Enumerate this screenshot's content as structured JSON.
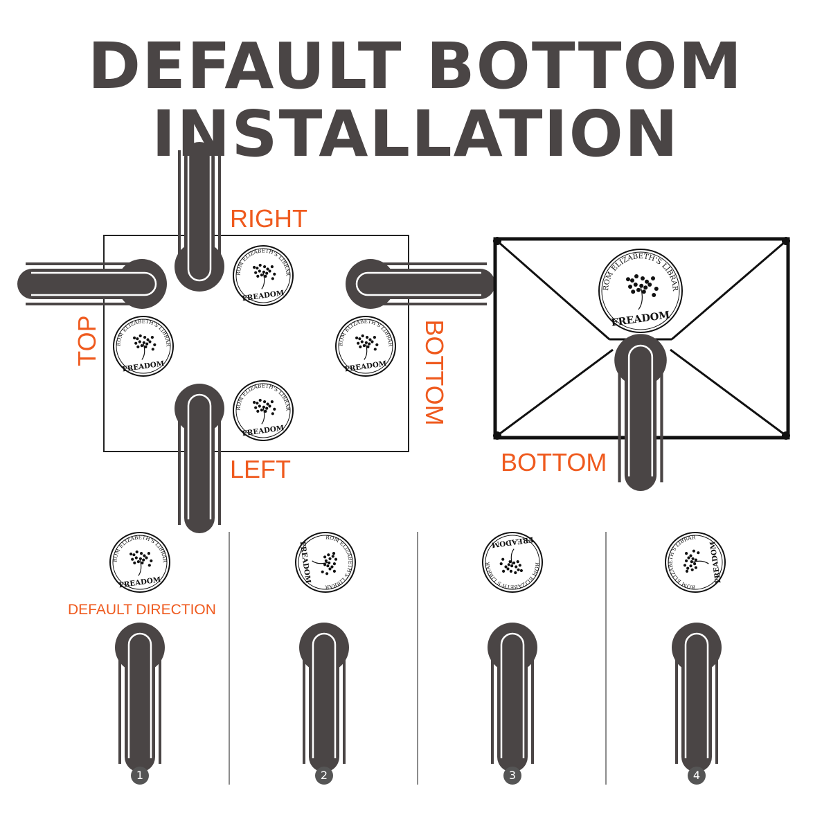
{
  "title": {
    "line1": "DEFAULT BOTTOM",
    "line2": "INSTALLATION"
  },
  "labels": {
    "right": "RIGHT",
    "top": "TOP",
    "bottom_side": "BOTTOM",
    "left": "LEFT",
    "bottom_envelope": "BOTTOM",
    "default_direction": "DEFAULT DIRECTION"
  },
  "stamp": {
    "top_text": "FROM ELIZABETH'S LIBRARY",
    "bottom_text": "FREADOM"
  },
  "steps": [
    "1",
    "2",
    "3",
    "4"
  ],
  "colors": {
    "accent": "#ef5a1e",
    "clip": "#4a4545",
    "text": "#4a4545"
  }
}
